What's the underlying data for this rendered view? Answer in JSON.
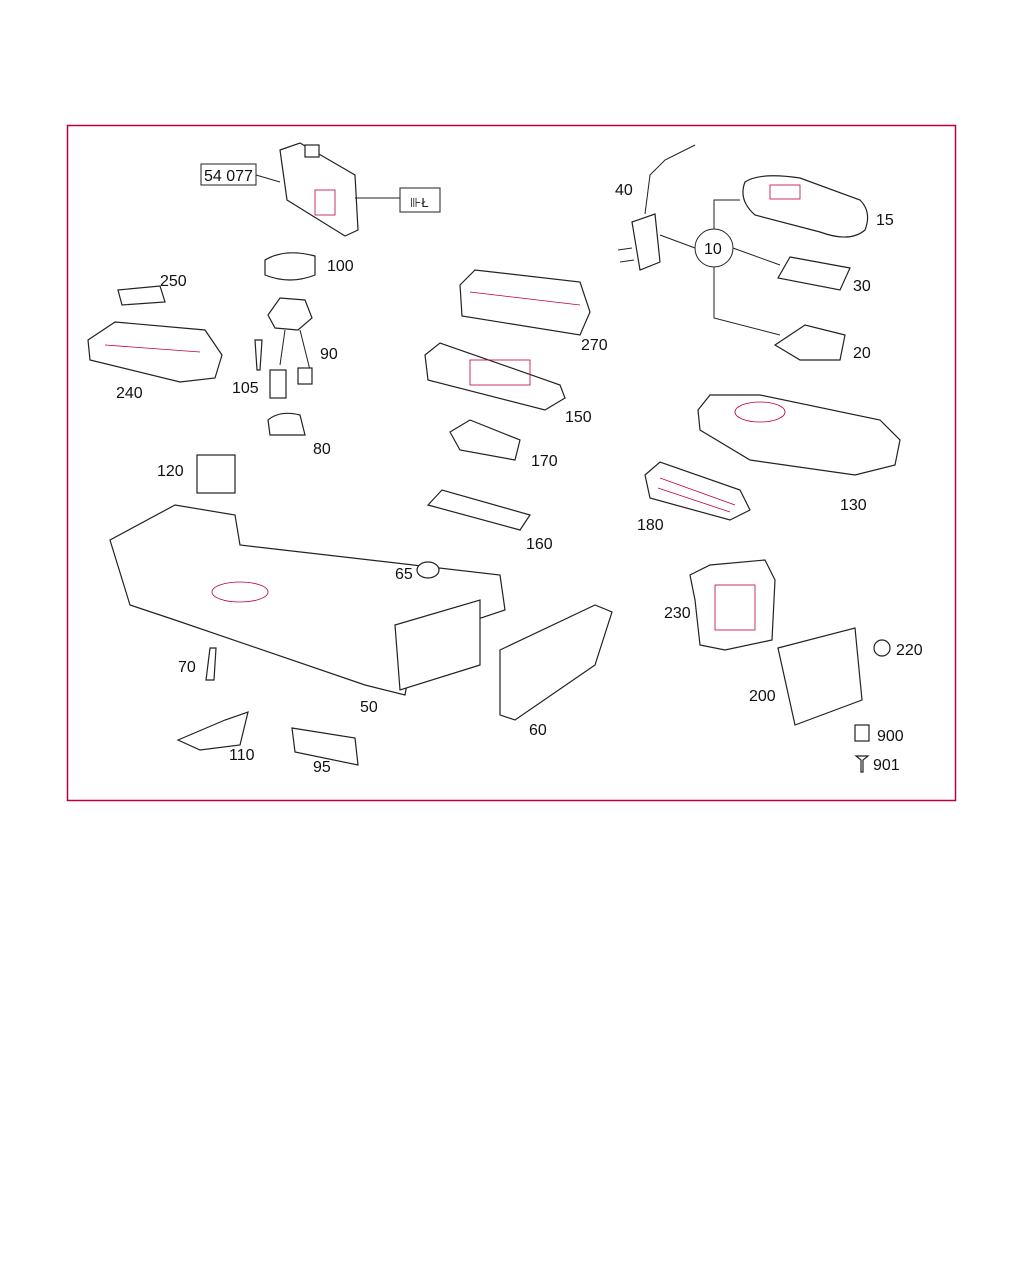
{
  "diagram": {
    "reference_box": "54 077",
    "labels": [
      "40",
      "15",
      "10",
      "30",
      "20",
      "100",
      "250",
      "90",
      "240",
      "105",
      "80",
      "270",
      "150",
      "170",
      "160",
      "130",
      "180",
      "120",
      "65",
      "230",
      "220",
      "200",
      "900",
      "901",
      "70",
      "50",
      "60",
      "110",
      "95"
    ],
    "colors": {
      "frame": "#c0003a",
      "ink": "#222222"
    }
  }
}
